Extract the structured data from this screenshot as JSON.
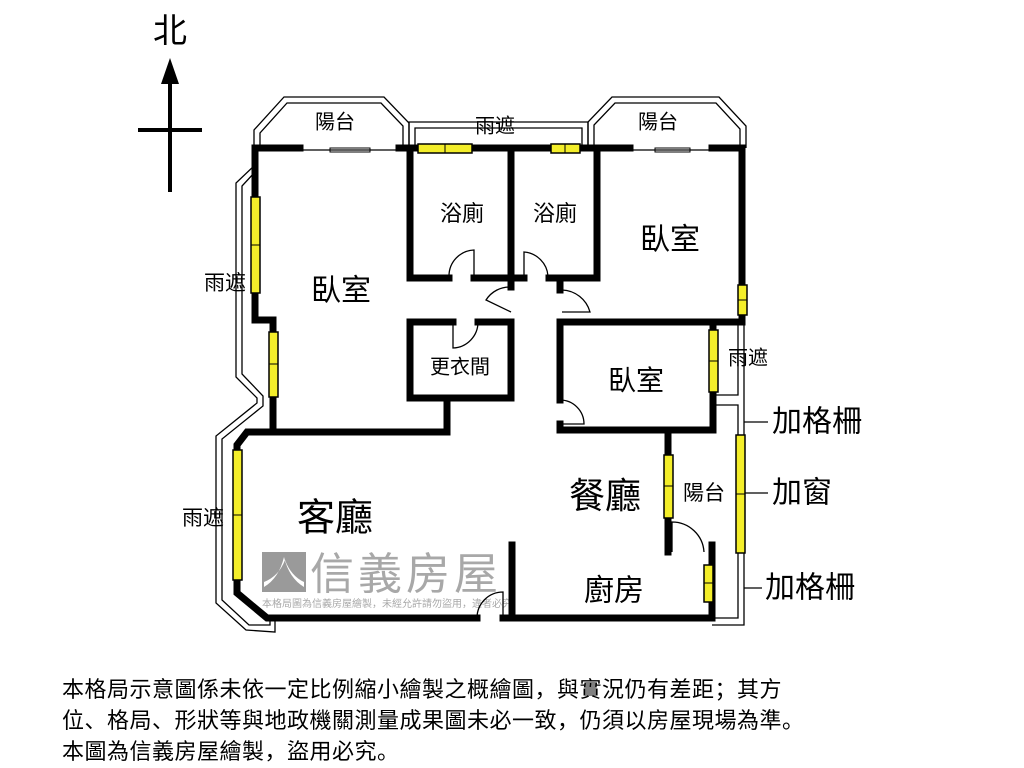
{
  "compass": {
    "north_label": "北"
  },
  "rooms": {
    "balcony_top_left": "陽台",
    "rain_cover_top": "雨遮",
    "balcony_top_right": "陽台",
    "bathroom_1": "浴廁",
    "bathroom_2": "浴廁",
    "bedroom_top_right": "臥室",
    "bedroom_left": "臥室",
    "rain_cover_left_upper": "雨遮",
    "walk_in_closet": "更衣間",
    "bedroom_middle": "臥室",
    "rain_cover_right": "雨遮",
    "living_room": "客廳",
    "dining_room": "餐廳",
    "balcony_right": "陽台",
    "kitchen": "廚房",
    "rain_cover_left_lower": "雨遮"
  },
  "annotations": {
    "grille_upper": "加格柵",
    "added_window": "加窗",
    "grille_lower": "加格柵"
  },
  "watermark": {
    "brand": "信義房屋",
    "notice": "本格局圖為信義房屋繪製，未經允許請勿盜用，違者必究"
  },
  "colors": {
    "window": "#f4ee2a",
    "wall": "#000000",
    "watermark": "#999999"
  },
  "disclaimer": {
    "line1": "本格局示意圖係未依一定比例縮小繪製之概繪圖，與實況仍有差距；其方",
    "line2": "位、格局、形狀等與地政機關測量成果圖未必一致，仍須以房屋現場為準。",
    "line3": "本圖為信義房屋繪製，盜用必究。"
  }
}
